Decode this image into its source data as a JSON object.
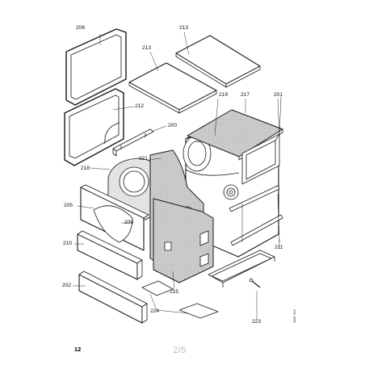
{
  "figure": {
    "part_labels": [
      {
        "id": "206",
        "text": "206"
      },
      {
        "id": "213a",
        "text": "213"
      },
      {
        "id": "213b",
        "text": "213"
      },
      {
        "id": "212",
        "text": "212"
      },
      {
        "id": "219",
        "text": "219"
      },
      {
        "id": "217",
        "text": "217"
      },
      {
        "id": "201",
        "text": "201"
      },
      {
        "id": "200",
        "text": "200"
      },
      {
        "id": "221",
        "text": "221"
      },
      {
        "id": "218",
        "text": "218"
      },
      {
        "id": "205",
        "text": "205"
      },
      {
        "id": "209",
        "text": "209"
      },
      {
        "id": "210",
        "text": "210"
      },
      {
        "id": "211",
        "text": "211"
      },
      {
        "id": "202",
        "text": "202"
      },
      {
        "id": "215",
        "text": "215"
      },
      {
        "id": "224",
        "text": "224"
      },
      {
        "id": "223",
        "text": "223"
      }
    ],
    "doc_id": "4881 056"
  },
  "footer": {
    "page_number": "12",
    "page_fraction": "2/5"
  },
  "colors": {
    "line": "#1a1a1a",
    "insulation": "#c6c6c6",
    "panel_fill": "#ffffff"
  }
}
